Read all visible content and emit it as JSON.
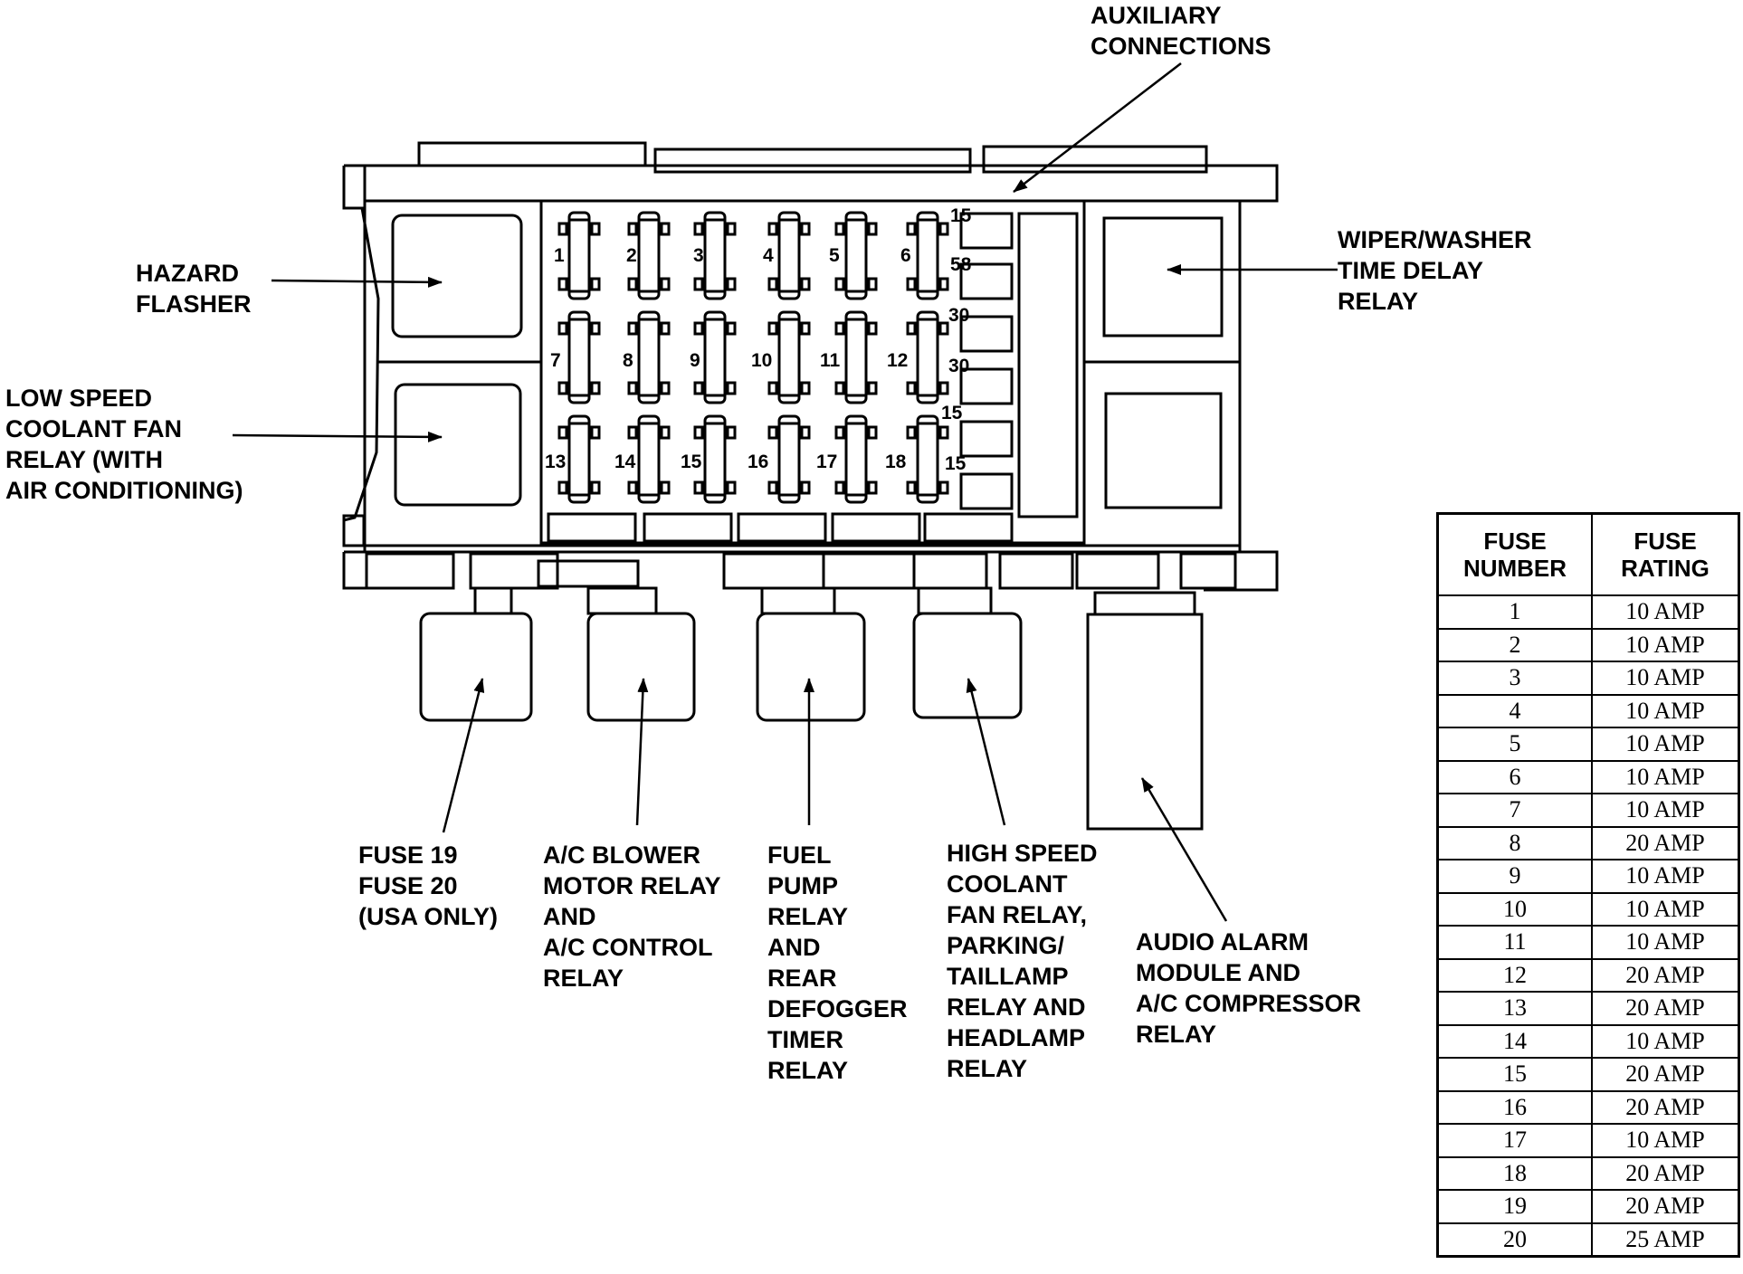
{
  "labels": {
    "auxiliary": [
      "AUXILIARY",
      "CONNECTIONS"
    ],
    "hazard": [
      "HAZARD",
      "FLASHER"
    ],
    "low_speed": [
      "LOW SPEED",
      "COOLANT FAN",
      "RELAY (WITH",
      "AIR CONDITIONING)"
    ],
    "wiper": [
      "WIPER/WASHER",
      "TIME DELAY",
      "RELAY"
    ],
    "fuse19": [
      "FUSE 19",
      "FUSE 20",
      "(USA ONLY)"
    ],
    "ac_blower": [
      "A/C BLOWER",
      "MOTOR RELAY",
      "AND",
      "A/C CONTROL",
      "RELAY"
    ],
    "fuel_pump": [
      "FUEL",
      "PUMP",
      "RELAY",
      "AND",
      "REAR",
      "DEFOGGER",
      "TIMER",
      "RELAY"
    ],
    "high_speed": [
      "HIGH SPEED",
      "COOLANT",
      "FAN RELAY,",
      "PARKING/",
      "TAILLAMP",
      "RELAY AND",
      "HEADLAMP",
      "RELAY"
    ],
    "audio_alarm": [
      "AUDIO ALARM",
      "MODULE AND",
      "A/C COMPRESSOR",
      "RELAY"
    ]
  },
  "fuse_numbers": [
    "1",
    "2",
    "3",
    "4",
    "5",
    "6",
    "7",
    "8",
    "9",
    "10",
    "11",
    "12",
    "13",
    "14",
    "15",
    "16",
    "17",
    "18"
  ],
  "terminal_labels": [
    "15",
    "58",
    "30",
    "30",
    "15",
    "15"
  ],
  "table": {
    "header": {
      "number": [
        "FUSE",
        "NUMBER"
      ],
      "rating": [
        "FUSE",
        "RATING"
      ]
    },
    "rows": [
      {
        "number": "1",
        "rating": "10 AMP"
      },
      {
        "number": "2",
        "rating": "10 AMP"
      },
      {
        "number": "3",
        "rating": "10 AMP"
      },
      {
        "number": "4",
        "rating": "10 AMP"
      },
      {
        "number": "5",
        "rating": "10 AMP"
      },
      {
        "number": "6",
        "rating": "10 AMP"
      },
      {
        "number": "7",
        "rating": "10 AMP"
      },
      {
        "number": "8",
        "rating": "20 AMP"
      },
      {
        "number": "9",
        "rating": "10 AMP"
      },
      {
        "number": "10",
        "rating": "10 AMP"
      },
      {
        "number": "11",
        "rating": "10 AMP"
      },
      {
        "number": "12",
        "rating": "20 AMP"
      },
      {
        "number": "13",
        "rating": "20 AMP"
      },
      {
        "number": "14",
        "rating": "10 AMP"
      },
      {
        "number": "15",
        "rating": "20 AMP"
      },
      {
        "number": "16",
        "rating": "20 AMP"
      },
      {
        "number": "17",
        "rating": "10 AMP"
      },
      {
        "number": "18",
        "rating": "20 AMP"
      },
      {
        "number": "19",
        "rating": "20 AMP"
      },
      {
        "number": "20",
        "rating": "25 AMP"
      }
    ]
  }
}
